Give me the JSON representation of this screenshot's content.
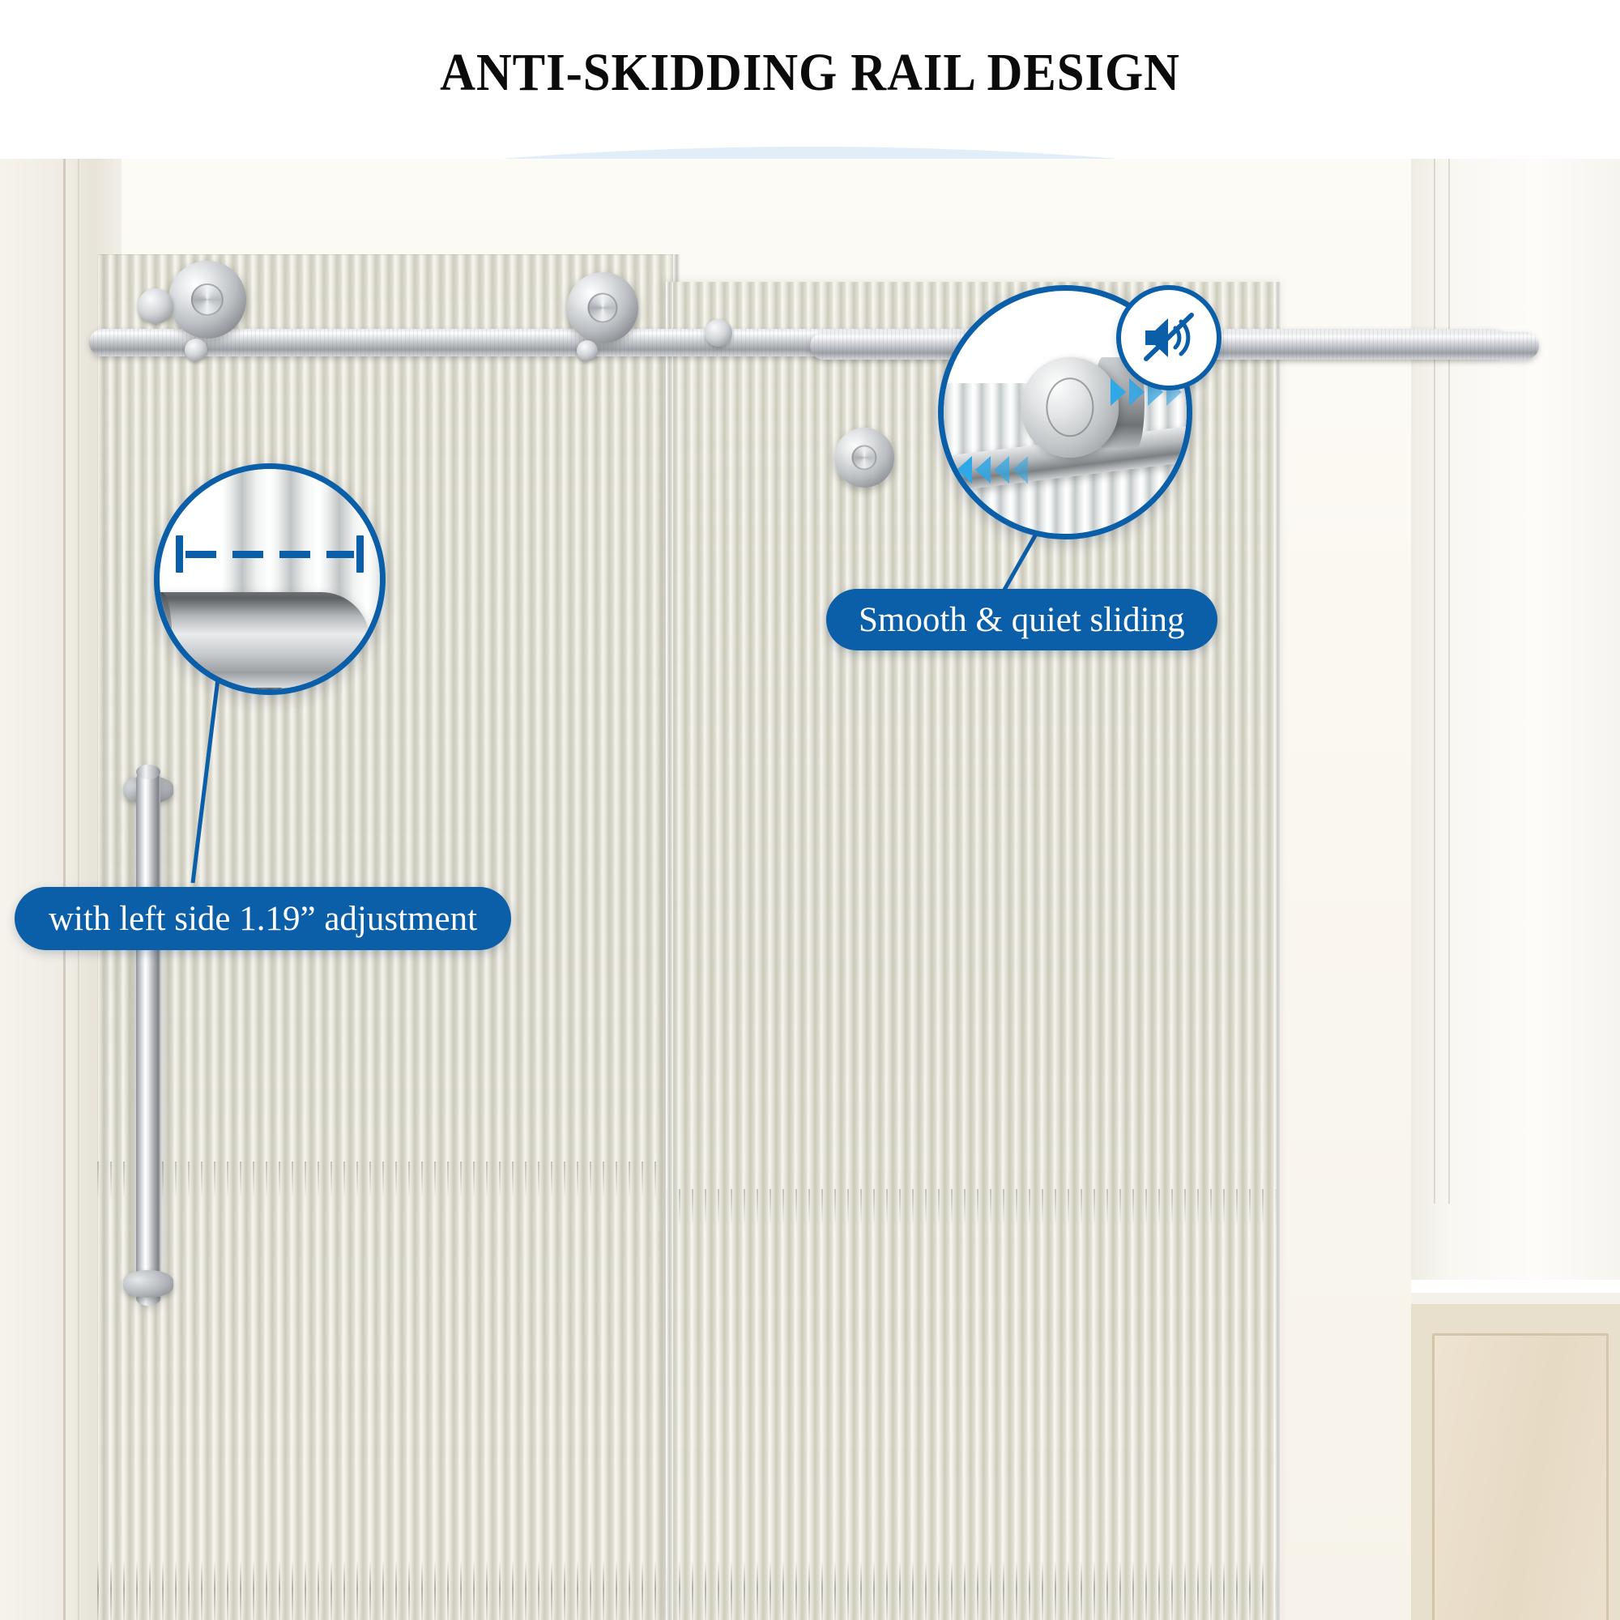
{
  "header": {
    "title": "ANTI-SKIDDING RAIL DESIGN"
  },
  "colors": {
    "brand_blue": "#0B5EA8",
    "accent_cyan": "#2FA8E8",
    "arc_band_light": "#BFD9EE",
    "title_color": "#0B0B0B",
    "glass_tint": "#DDDED2",
    "metal_light": "#E6E8EA",
    "metal_dark": "#85898E",
    "wall_cream": "#FBF8F2",
    "wainscot_wood": "#E9DFCD"
  },
  "callouts": [
    {
      "id": "smooth-quiet",
      "label": "Smooth & quiet sliding",
      "icon": "speaker-mute-icon",
      "magnifier_shows": "roller-wheel-on-rail",
      "motion_arrows": "bidirectional-chevrons"
    },
    {
      "id": "left-adjustment",
      "label": "with left side 1.19” adjustment",
      "icon": "dimension-measure-icon",
      "magnifier_shows": "rail-end-cap-cylinder",
      "measurement": "1.19”"
    }
  ],
  "scene": {
    "product": "frameless sliding shower door",
    "glass": "fluted / reeded glass",
    "hardware_finish": "brushed nickel",
    "parts": [
      "top-rail",
      "roller-assembly",
      "wall-bracket",
      "vertical-door-handle",
      "fixed-glass-panel",
      "sliding-glass-panel"
    ]
  }
}
